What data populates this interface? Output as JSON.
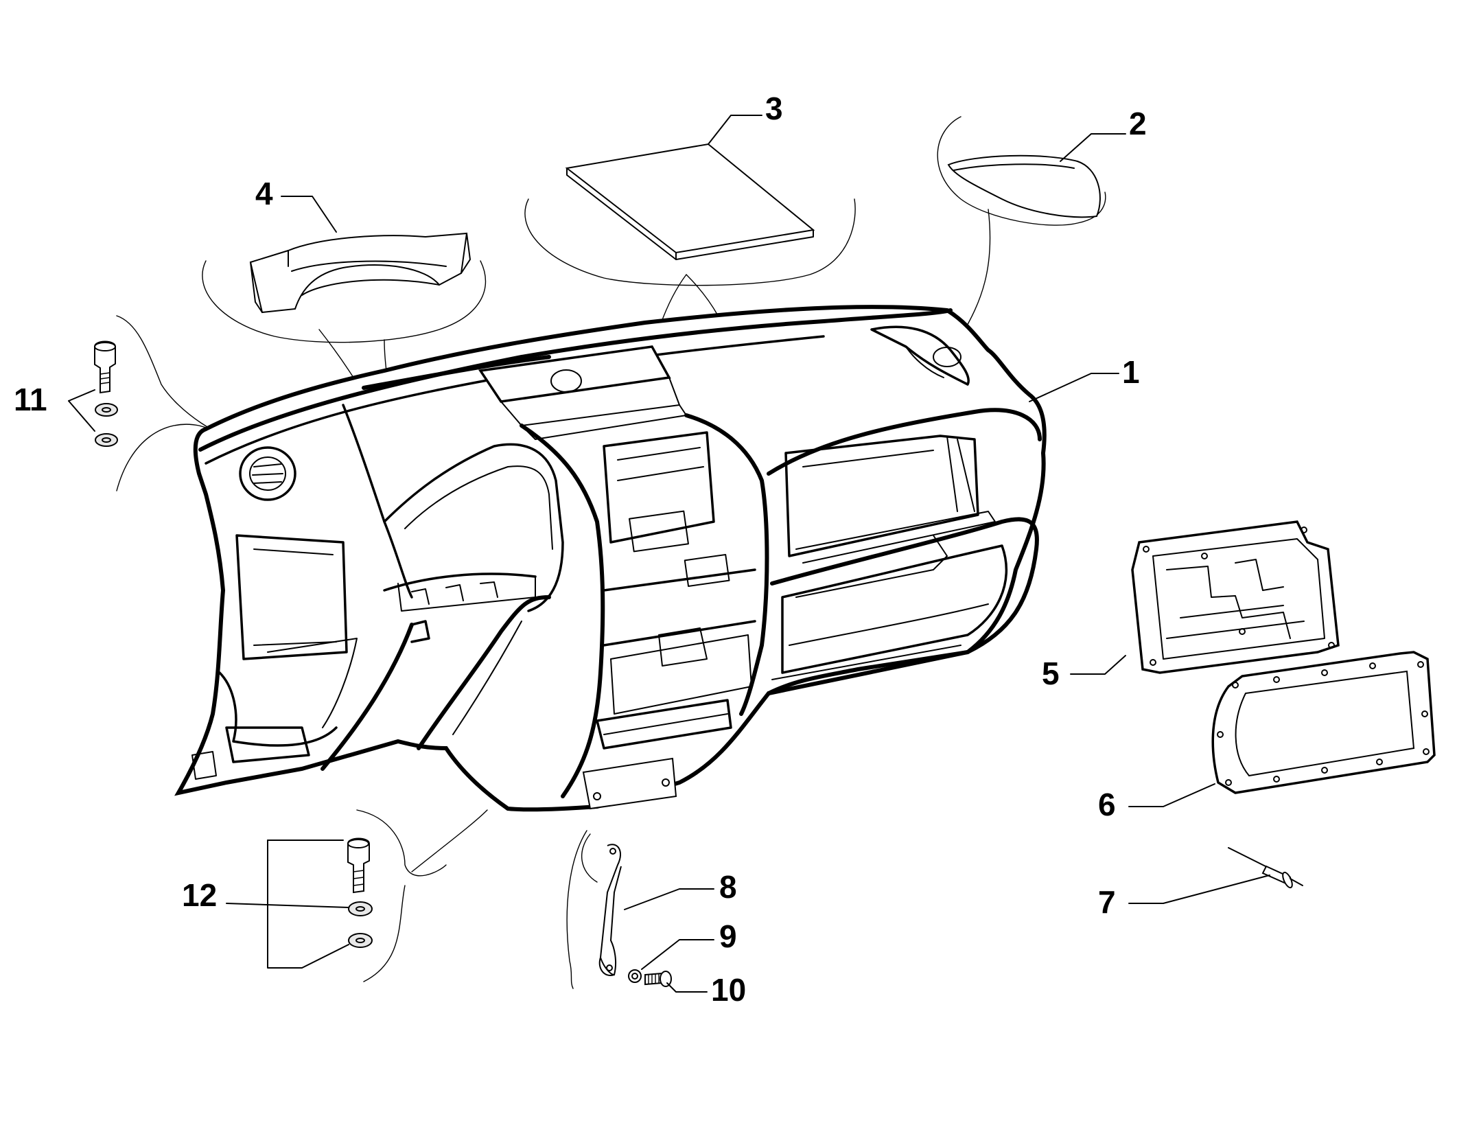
{
  "diagram": {
    "background": "#ffffff",
    "line_color": "#000000",
    "callouts": [
      {
        "number": "1"
      },
      {
        "number": "2"
      },
      {
        "number": "3"
      },
      {
        "number": "4"
      },
      {
        "number": "5"
      },
      {
        "number": "6"
      },
      {
        "number": "7"
      },
      {
        "number": "8"
      },
      {
        "number": "9"
      },
      {
        "number": "10"
      },
      {
        "number": "11"
      },
      {
        "number": "12"
      }
    ]
  }
}
